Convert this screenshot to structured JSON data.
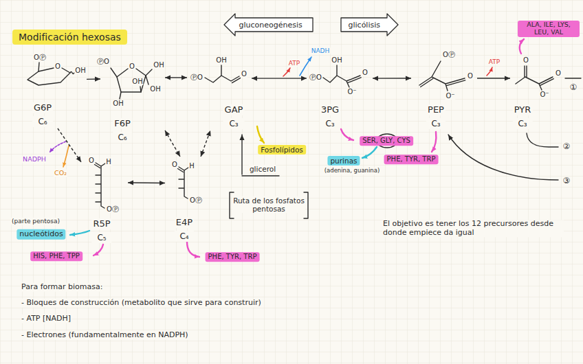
{
  "diagram": {
    "title": "Modificación hexosas",
    "nodes": [
      {
        "text": [
          "gluconeogénesis"
        ]
      },
      {
        "text": [
          "glicólisis"
        ]
      },
      {
        "text": [
          "G6P",
          "C₆"
        ]
      },
      {
        "text": [
          "F6P",
          "C₆"
        ]
      },
      {
        "text": [
          "GAP",
          "C₃"
        ]
      },
      {
        "text": [
          "3PG",
          "C₃"
        ]
      },
      {
        "text": [
          "PEP",
          "C₃"
        ]
      },
      {
        "text": [
          "PYR",
          "C₃"
        ]
      },
      {
        "text": [
          "R5P",
          "C₅"
        ]
      },
      {
        "text": [
          "E4P",
          "C₄"
        ]
      }
    ],
    "edges": [
      {
        "from": 2,
        "to": 3,
        "arrow": "to"
      },
      {
        "from": 3,
        "to": 4,
        "arrow": "both"
      },
      {
        "from": 4,
        "to": 5,
        "arrow": "both"
      },
      {
        "from": 5,
        "to": 6,
        "arrow": "both"
      },
      {
        "from": 6,
        "to": 7,
        "arrow": "to"
      },
      {
        "from": 2,
        "to": 8,
        "arrow": "to"
      },
      {
        "from": 8,
        "to": 9,
        "arrow": "both"
      },
      {
        "from": 3,
        "to": 9,
        "arrow": "both"
      },
      {
        "from": 9,
        "to": 4,
        "arrow": "both"
      }
    ],
    "labels": [
      "ALA, ILE, LYS, LEU, VAL",
      "NADH",
      "ATP",
      "ATP",
      "OⓅ",
      "O",
      "OH",
      "ⓅO",
      "O",
      "OH",
      "OH",
      "OH",
      "OH",
      "OH",
      "ⓅO",
      "O",
      "OH",
      "ⓅO",
      "O",
      "O⁻",
      "OⓅ",
      "O",
      "O⁻",
      "O",
      "O",
      "O⁻",
      "①",
      "②",
      "Fosfolípidos",
      "SER, GLY, CYS",
      "PHE, TYR, TRP",
      "NADPH",
      "CO₂",
      "glicerol",
      "purinas",
      "(adenina, guanina)",
      "③",
      "O",
      "H",
      "OⓅ",
      "O",
      "H",
      "OⓅ",
      "Ruta de los fosfatos pentosas",
      "(parte pentosa)",
      "nucleótidos",
      "El objetivo es tener los 12 precursores desde donde empiece da igual",
      "HIS, PHE, TPP",
      "PHE, TYR, TRP",
      "Para formar biomasa:",
      "- Bloques de construcción (metabolito que sirve para construir)",
      "- ATP [NADH]",
      "- Electrones (fundamentalmente en NADPH)"
    ]
  }
}
